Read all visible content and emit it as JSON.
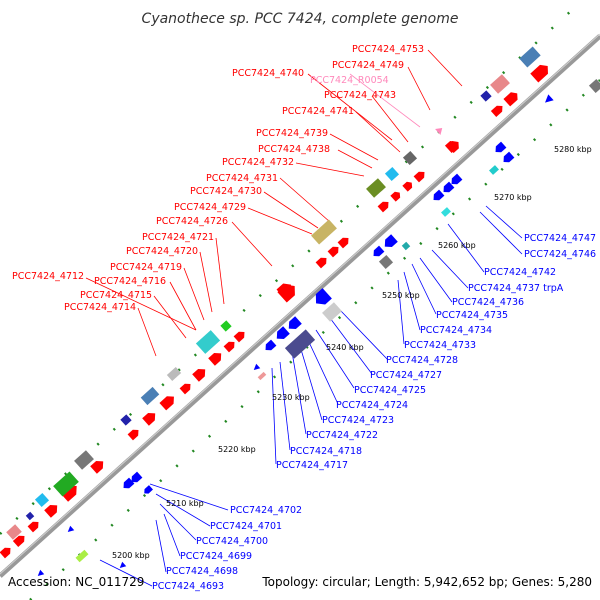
{
  "title": "Cyanothece sp. PCC 7424, complete genome",
  "footer": {
    "accession": "Accession: NC_011729",
    "summary": "Topology: circular; Length: 5,942,652 bp; Genes: 5,280"
  },
  "colors": {
    "forward": "#ff0000",
    "reverse": "#0000ff",
    "rna": "#ff88bb",
    "backbone": "#999999",
    "tick": "#228822"
  },
  "kbp_labels": [
    "5200 kbp",
    "5210 kbp",
    "5220 kbp",
    "5230 kbp",
    "5240 kbp",
    "5250 kbp",
    "5260 kbp",
    "5270 kbp",
    "5280 kbp"
  ],
  "top_labels": [
    {
      "text": "PCC7424_4753",
      "strand": "forward"
    },
    {
      "text": "PCC7424_4749",
      "strand": "forward"
    },
    {
      "text": "PCC7424_R0054",
      "strand": "rna"
    },
    {
      "text": "PCC7424_4740",
      "strand": "forward"
    },
    {
      "text": "PCC7424_4743",
      "strand": "forward"
    },
    {
      "text": "PCC7424_4741",
      "strand": "forward"
    },
    {
      "text": "PCC7424_4739",
      "strand": "forward"
    },
    {
      "text": "PCC7424_4738",
      "strand": "forward"
    },
    {
      "text": "PCC7424_4732",
      "strand": "forward"
    },
    {
      "text": "PCC7424_4731",
      "strand": "forward"
    },
    {
      "text": "PCC7424_4730",
      "strand": "forward"
    },
    {
      "text": "PCC7424_4729",
      "strand": "forward"
    },
    {
      "text": "PCC7424_4726",
      "strand": "forward"
    },
    {
      "text": "PCC7424_4721",
      "strand": "forward"
    },
    {
      "text": "PCC7424_4720",
      "strand": "forward"
    },
    {
      "text": "PCC7424_4719",
      "strand": "forward"
    },
    {
      "text": "PCC7424_4712",
      "strand": "forward"
    },
    {
      "text": "PCC7424_4716",
      "strand": "forward"
    },
    {
      "text": "PCC7424_4715",
      "strand": "forward"
    },
    {
      "text": "PCC7424_4714",
      "strand": "forward"
    }
  ],
  "bottom_labels": [
    {
      "text": "PCC7424_4747",
      "strand": "reverse"
    },
    {
      "text": "PCC7424_4746",
      "strand": "reverse"
    },
    {
      "text": "PCC7424_4742",
      "strand": "reverse"
    },
    {
      "text": "PCC7424_4737 trpA",
      "strand": "reverse"
    },
    {
      "text": "PCC7424_4736",
      "strand": "reverse"
    },
    {
      "text": "PCC7424_4735",
      "strand": "reverse"
    },
    {
      "text": "PCC7424_4734",
      "strand": "reverse"
    },
    {
      "text": "PCC7424_4733",
      "strand": "reverse"
    },
    {
      "text": "PCC7424_4728",
      "strand": "reverse"
    },
    {
      "text": "PCC7424_4727",
      "strand": "reverse"
    },
    {
      "text": "PCC7424_4725",
      "strand": "reverse"
    },
    {
      "text": "PCC7424_4724",
      "strand": "reverse"
    },
    {
      "text": "PCC7424_4723",
      "strand": "reverse"
    },
    {
      "text": "PCC7424_4722",
      "strand": "reverse"
    },
    {
      "text": "PCC7424_4718",
      "strand": "reverse"
    },
    {
      "text": "PCC7424_4717",
      "strand": "reverse"
    },
    {
      "text": "PCC7424_4702",
      "strand": "reverse"
    },
    {
      "text": "PCC7424_4701",
      "strand": "reverse"
    },
    {
      "text": "PCC7424_4700",
      "strand": "reverse"
    },
    {
      "text": "PCC7424_4699",
      "strand": "reverse"
    },
    {
      "text": "PCC7424_4698",
      "strand": "reverse"
    },
    {
      "text": "PCC7424_4693",
      "strand": "reverse"
    }
  ]
}
